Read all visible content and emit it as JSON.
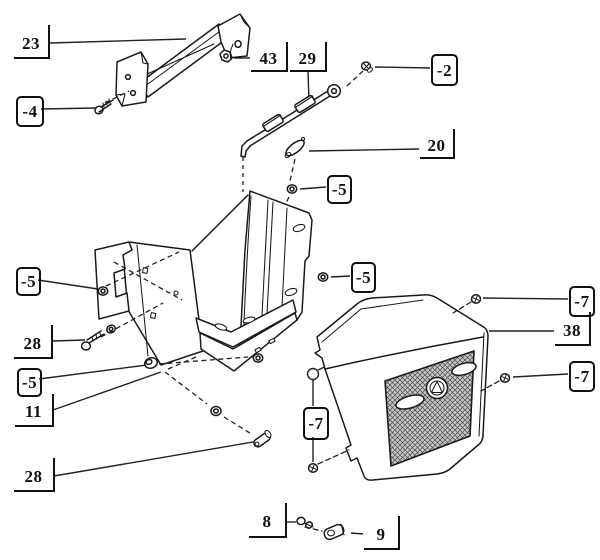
{
  "diagram_type": "exploded-parts-diagram",
  "colors": {
    "background": "#ffffff",
    "line": "#1a1a1a",
    "mesh_fill": "#c6c6c6",
    "mesh_line": "#4a4a4a"
  },
  "callouts": {
    "items": [
      {
        "text": "23",
        "style": "bracket"
      },
      {
        "text": "-4",
        "style": "boxed"
      },
      {
        "text": "43",
        "style": "bracket"
      },
      {
        "text": "29",
        "style": "bracket"
      },
      {
        "text": "-2",
        "style": "boxed"
      },
      {
        "text": "20",
        "style": "bracket"
      },
      {
        "text": "-5",
        "style": "boxed"
      },
      {
        "text": "-5",
        "style": "boxed"
      },
      {
        "text": "-5",
        "style": "boxed"
      },
      {
        "text": "28",
        "style": "bracket"
      },
      {
        "text": "-5",
        "style": "boxed"
      },
      {
        "text": "11",
        "style": "bracket"
      },
      {
        "text": "28",
        "style": "bracket"
      },
      {
        "text": "-7",
        "style": "boxed"
      },
      {
        "text": "38",
        "style": "bracket"
      },
      {
        "text": "-7",
        "style": "boxed"
      },
      {
        "text": "-7",
        "style": "boxed"
      },
      {
        "text": "8",
        "style": "bracket"
      },
      {
        "text": "9",
        "style": "bracket"
      }
    ]
  },
  "parts_legend": [
    {
      "ref": "23",
      "icon": "top-mounting-strap-part"
    },
    {
      "ref": "-4",
      "icon": "screw-part"
    },
    {
      "ref": "43",
      "icon": "nut-part"
    },
    {
      "ref": "29",
      "icon": "support-rod-part"
    },
    {
      "ref": "-2",
      "icon": "screw-part"
    },
    {
      "ref": "20",
      "icon": "wire-clip-part"
    },
    {
      "ref": "-5",
      "icon": "flange-nut-part"
    },
    {
      "ref": "28",
      "icon": "bolt-part"
    },
    {
      "ref": "11",
      "icon": "washer-part"
    },
    {
      "ref": "38",
      "icon": "grille-cover-part"
    },
    {
      "ref": "-7",
      "icon": "screw-part"
    },
    {
      "ref": "8",
      "icon": "screw-part"
    },
    {
      "ref": "9",
      "icon": "clip-nut-part"
    }
  ]
}
